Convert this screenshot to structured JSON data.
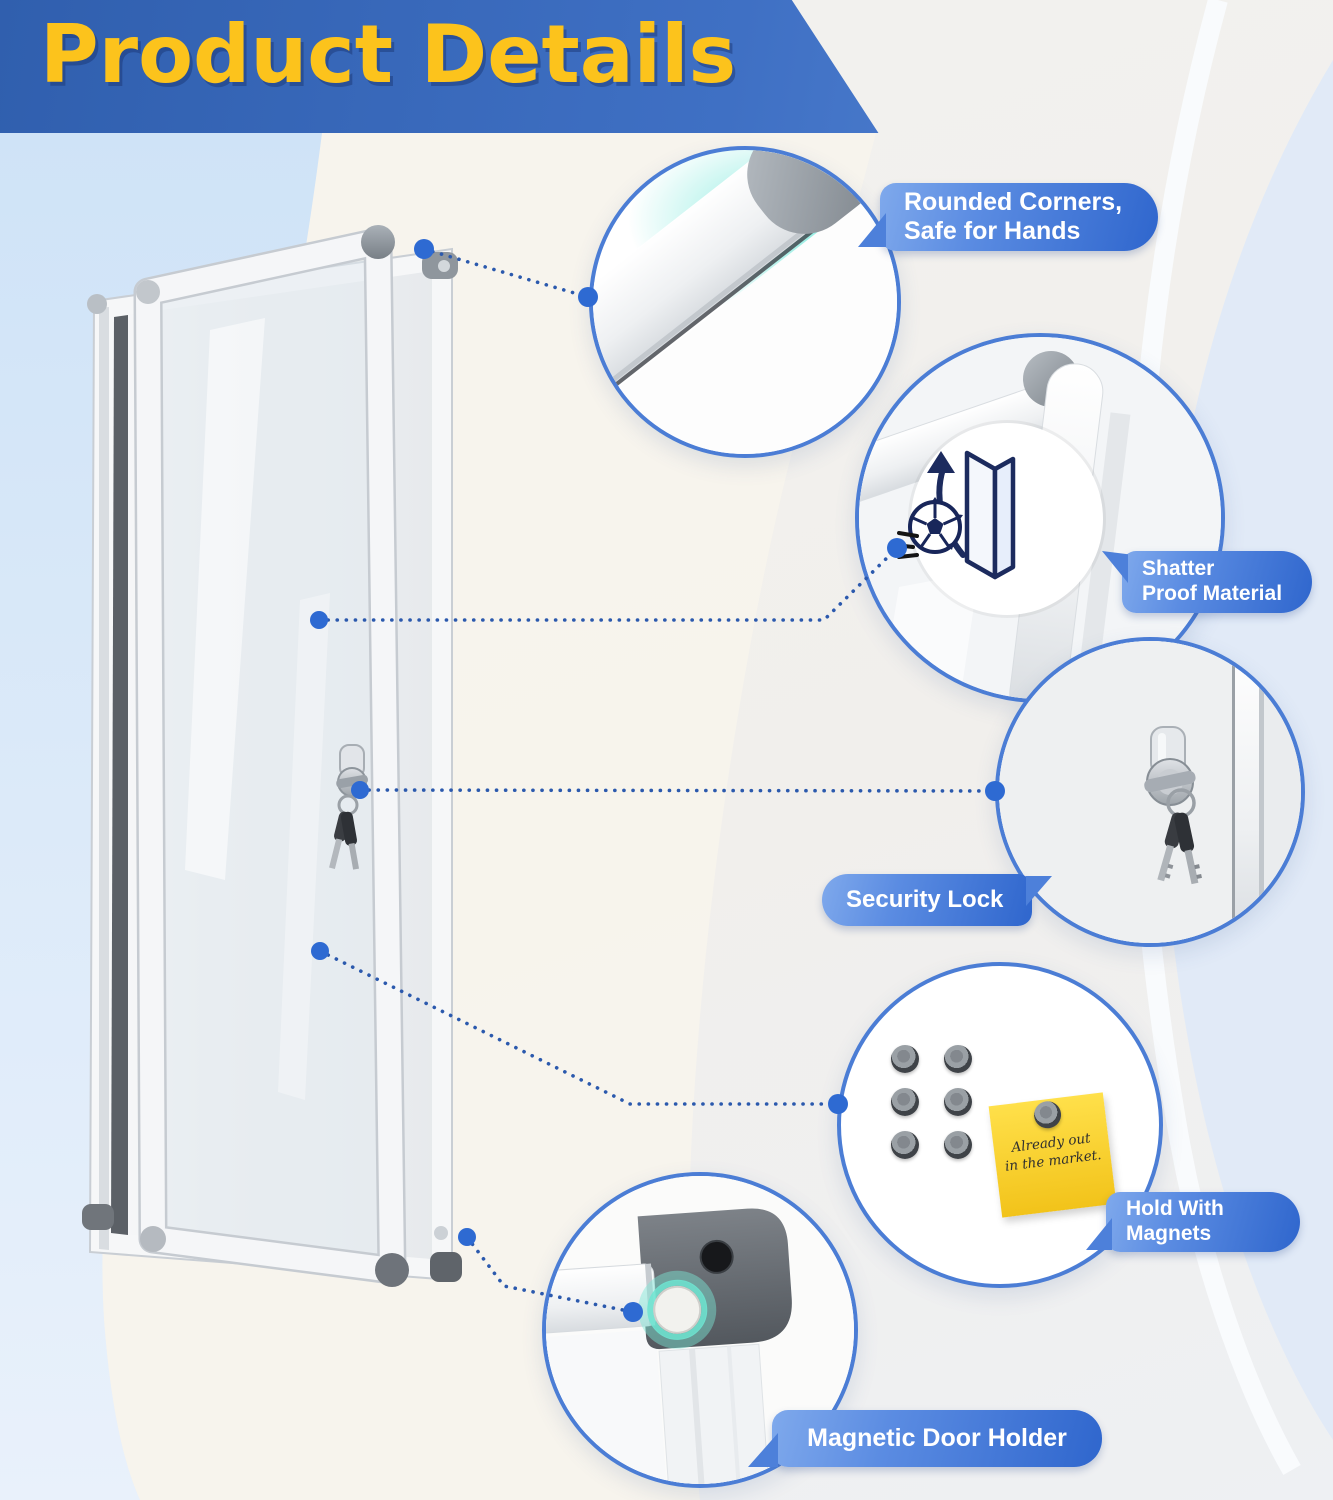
{
  "title": "Product Details",
  "features": [
    {
      "id": "rounded-corners",
      "label": "Rounded Corners,\nSafe for Hands",
      "icon": "rounded-corner-frame-icon"
    },
    {
      "id": "shatter-proof",
      "label": "Shatter\nProof Material",
      "icon": "soccer-ball-bounce-icon"
    },
    {
      "id": "security-lock",
      "label": "Security Lock",
      "icon": "lock-with-keys-icon"
    },
    {
      "id": "hold-with-magnets",
      "label": "Hold With\nMagnets",
      "icon": "round-magnets-icon"
    },
    {
      "id": "magnetic-door-holder",
      "label": "Magnetic Door Holder",
      "icon": "magnetic-button-icon"
    }
  ],
  "sticky_note": {
    "line1": "Already out",
    "line2": "in the market."
  },
  "colors": {
    "banner_blue": "#3d6cba",
    "title_yellow": "#fcc31c",
    "pill_blue_light": "#7fa9ec",
    "pill_blue_dark": "#2f66cd",
    "circle_border_blue": "#4b7dd5",
    "connector_blue": "#2b59ad",
    "connector_dot_blue": "#2e6ad2",
    "teal_glow": "#7de9dc",
    "sticky_note_yellow": "#ffd83a",
    "left_background_blue": "#cfe3f7",
    "right_background_blue": "#e1eaf7"
  }
}
